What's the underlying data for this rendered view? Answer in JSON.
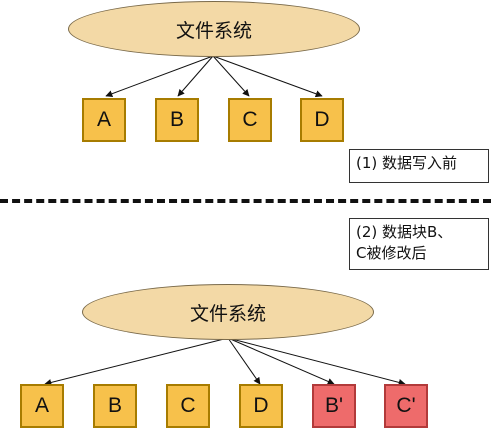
{
  "before": {
    "root_label": "文件系统",
    "blocks": [
      {
        "label": "A",
        "modified": false
      },
      {
        "label": "B",
        "modified": false
      },
      {
        "label": "C",
        "modified": false
      },
      {
        "label": "D",
        "modified": false
      }
    ],
    "caption": "(1) 数据写入前"
  },
  "after": {
    "root_label": "文件系统",
    "blocks": [
      {
        "label": "A",
        "modified": false
      },
      {
        "label": "B",
        "modified": false
      },
      {
        "label": "C",
        "modified": false
      },
      {
        "label": "D",
        "modified": false
      },
      {
        "label": "B'",
        "modified": true
      },
      {
        "label": "C'",
        "modified": true
      }
    ],
    "caption_line1": "(2) 数据块B、",
    "caption_line2": "C被修改后"
  },
  "colors": {
    "block_normal": "#f7c14b",
    "block_modified": "#ee6b6b",
    "root": "#f3d9a6"
  }
}
